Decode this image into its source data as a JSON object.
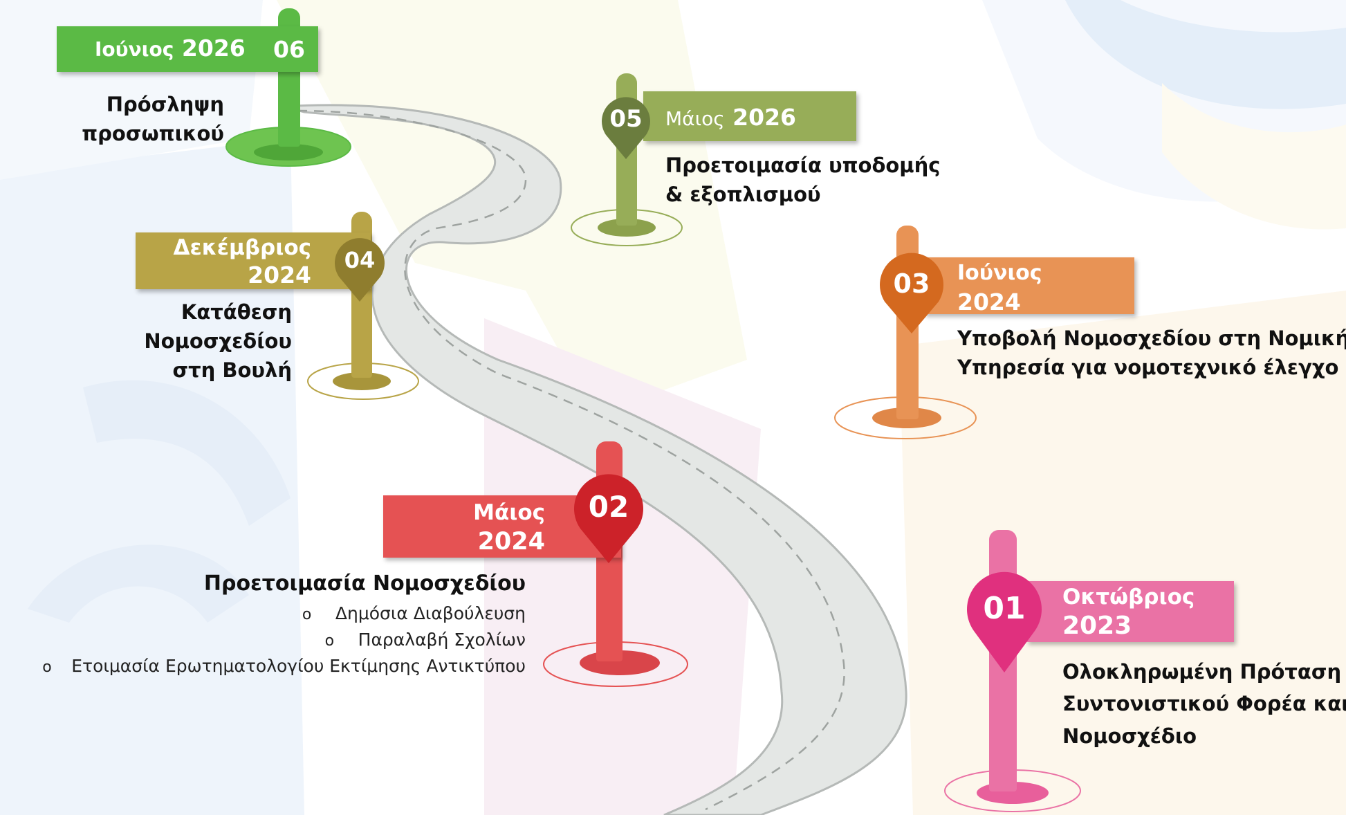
{
  "milestones": [
    {
      "number": "01",
      "month": "Οκτώβριος",
      "year": "2023",
      "color": "#ea72a5",
      "pin_color": "#e0307e",
      "description": [
        "Ολοκληρωμένη Πρόταση",
        "Συντονιστικού Φορέα και",
        "Νομοσχέδιο"
      ]
    },
    {
      "number": "02",
      "month": "Μάιος",
      "year": "2024",
      "color": "#e55253",
      "pin_color": "#cc2229",
      "description": [
        "Προετοιμασία Νομοσχεδίου"
      ],
      "subitems": [
        "Δημόσια Διαβούλευση",
        "Παραλαβή Σχολίων",
        "Ετοιμασία Ερωτηματολογίου Εκτίμησης Αντικτύπου"
      ],
      "bullet": "o"
    },
    {
      "number": "03",
      "month": "Ιούνιος",
      "year": "2024",
      "color": "#e89355",
      "pin_color": "#d4691f",
      "description": [
        "Υποβολή Νομοσχεδίου στη Νομική",
        "Υπηρεσία για νομοτεχνικό έλεγχο"
      ]
    },
    {
      "number": "04",
      "month": "Δεκέμβριος",
      "year": "2024",
      "color": "#b8a447",
      "pin_color": "#8f7d2e",
      "description": [
        "Κατάθεση",
        "Νομοσχεδίου",
        "στη Βουλή"
      ]
    },
    {
      "number": "05",
      "month": "Μάιος",
      "year": "2026",
      "color": "#97ad58",
      "pin_color": "#6b7d3e",
      "description": [
        "Προετοιμασία υποδομής",
        "& εξοπλισμού"
      ]
    },
    {
      "number": "06",
      "month": "Ιούνιος",
      "year": "2026",
      "color": "#5bba45",
      "pin_color": "#5bba45",
      "description": [
        "Πρόσληψη",
        "προσωπικού"
      ]
    }
  ]
}
